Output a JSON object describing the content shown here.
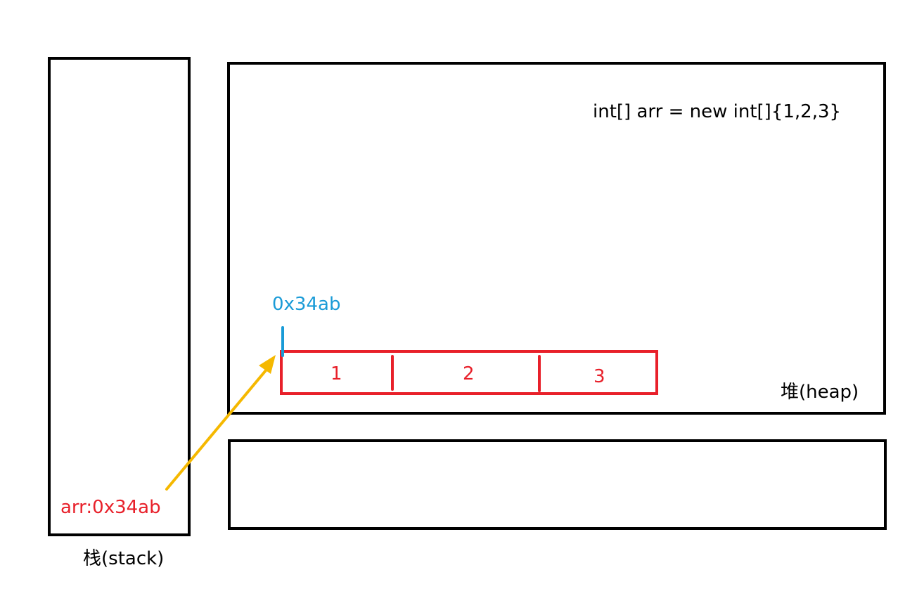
{
  "code_line": "int[] arr = new int[]{1,2,3}",
  "stack": {
    "label": "栈(stack)",
    "variable": "arr:0x34ab"
  },
  "heap": {
    "label": "堆(heap)",
    "address": "0x34ab",
    "array_values": [
      "1",
      "2",
      "3"
    ]
  },
  "colors": {
    "outline": "#000000",
    "array": "#e8202a",
    "address": "#1a9bd7",
    "pointer_arrow": "#f5b800"
  }
}
